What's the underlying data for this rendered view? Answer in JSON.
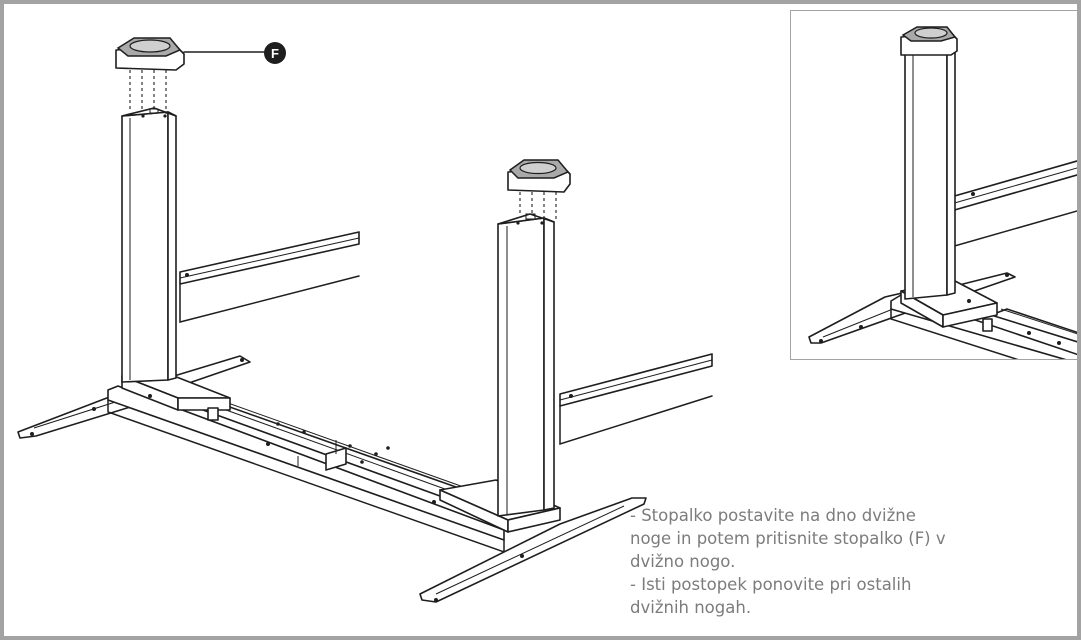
{
  "callout": {
    "label": "F"
  },
  "instructions": {
    "line1": "- Stopalko postavite na dno dvižne",
    "line2": "noge in potem pritisnite stopalko (F) v",
    "line3": "dvižno nogo.",
    "line4": "- Isti postopek ponovite pri ostalih",
    "line5": "dvižnih nogah."
  },
  "colors": {
    "frame_border": "#a3a3a3",
    "text": "#7c7c7c",
    "ink": "#1e1e1e",
    "cap_gray": "#a9a9a9"
  }
}
